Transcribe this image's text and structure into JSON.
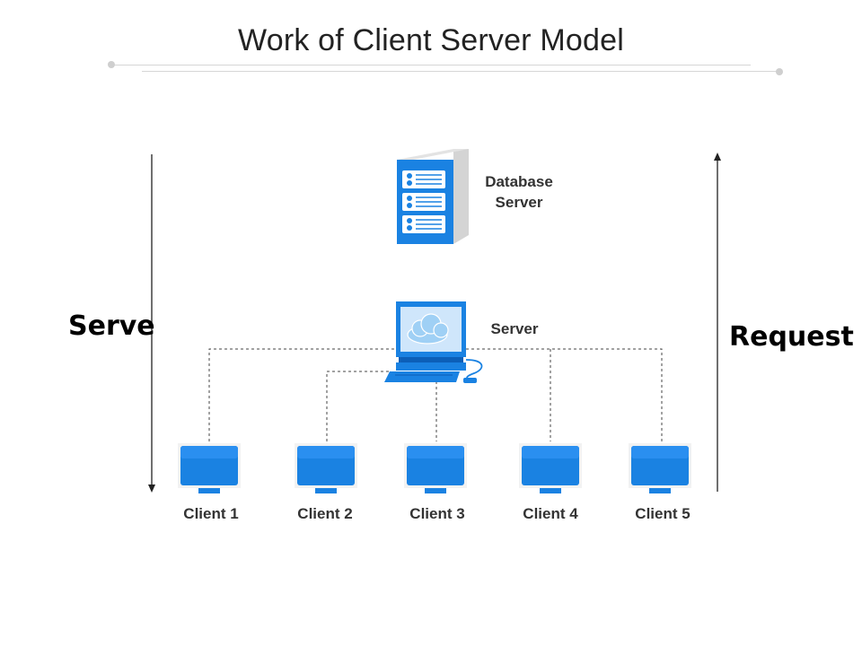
{
  "title": "Work of Client Server Model",
  "left_arrow_label": "Serve",
  "right_arrow_label": "Request",
  "database_server": {
    "line1": "Database",
    "line2": "Server"
  },
  "server": {
    "label": "Server"
  },
  "clients": [
    "Client 1",
    "Client 2",
    "Client 3",
    "Client 4",
    "Client 5"
  ],
  "colors": {
    "accent_blue": "#1a82e2",
    "dark_blue": "#0c5fb8",
    "light_blue": "#cfe6fb",
    "cloud_blue": "#9fd0f5",
    "connector_gray": "#444444"
  },
  "icons": {
    "database_server": "server-rack-icon",
    "server": "desktop-cloud-icon",
    "client": "monitor-icon",
    "serve_arrow": "arrow-down-icon",
    "request_arrow": "arrow-up-icon"
  }
}
